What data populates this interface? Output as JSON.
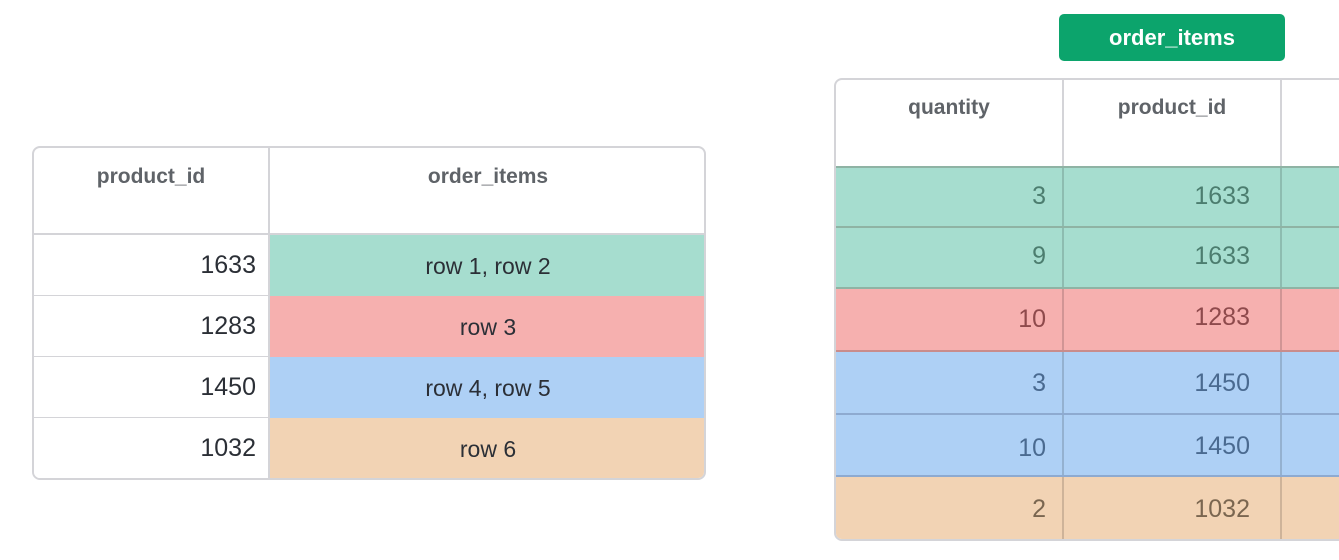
{
  "colors": {
    "green": "#a6ddcf",
    "red": "#f6b0af",
    "blue": "#aed0f5",
    "orange": "#f2d3b4",
    "badge": "#0ca46c"
  },
  "index_table": {
    "headers": [
      "product_id",
      "order_items"
    ],
    "rows": [
      {
        "key": "1633",
        "value": "row 1, row 2",
        "color": "green"
      },
      {
        "key": "1283",
        "value": "row 3",
        "color": "red"
      },
      {
        "key": "1450",
        "value": "row 4, row 5",
        "color": "blue"
      },
      {
        "key": "1032",
        "value": "row 6",
        "color": "orange"
      }
    ]
  },
  "order_items_table": {
    "title": "order_items",
    "headers": [
      "quantity",
      "product_id"
    ],
    "rows": [
      {
        "quantity": "3",
        "product_id": "1633",
        "color": "green"
      },
      {
        "quantity": "9",
        "product_id": "1633",
        "color": "green"
      },
      {
        "quantity": "10",
        "product_id": "1283",
        "color": "red"
      },
      {
        "quantity": "3",
        "product_id": "1450",
        "color": "blue"
      },
      {
        "quantity": "10",
        "product_id": "1450",
        "color": "blue"
      },
      {
        "quantity": "2",
        "product_id": "1032",
        "color": "orange"
      }
    ]
  }
}
